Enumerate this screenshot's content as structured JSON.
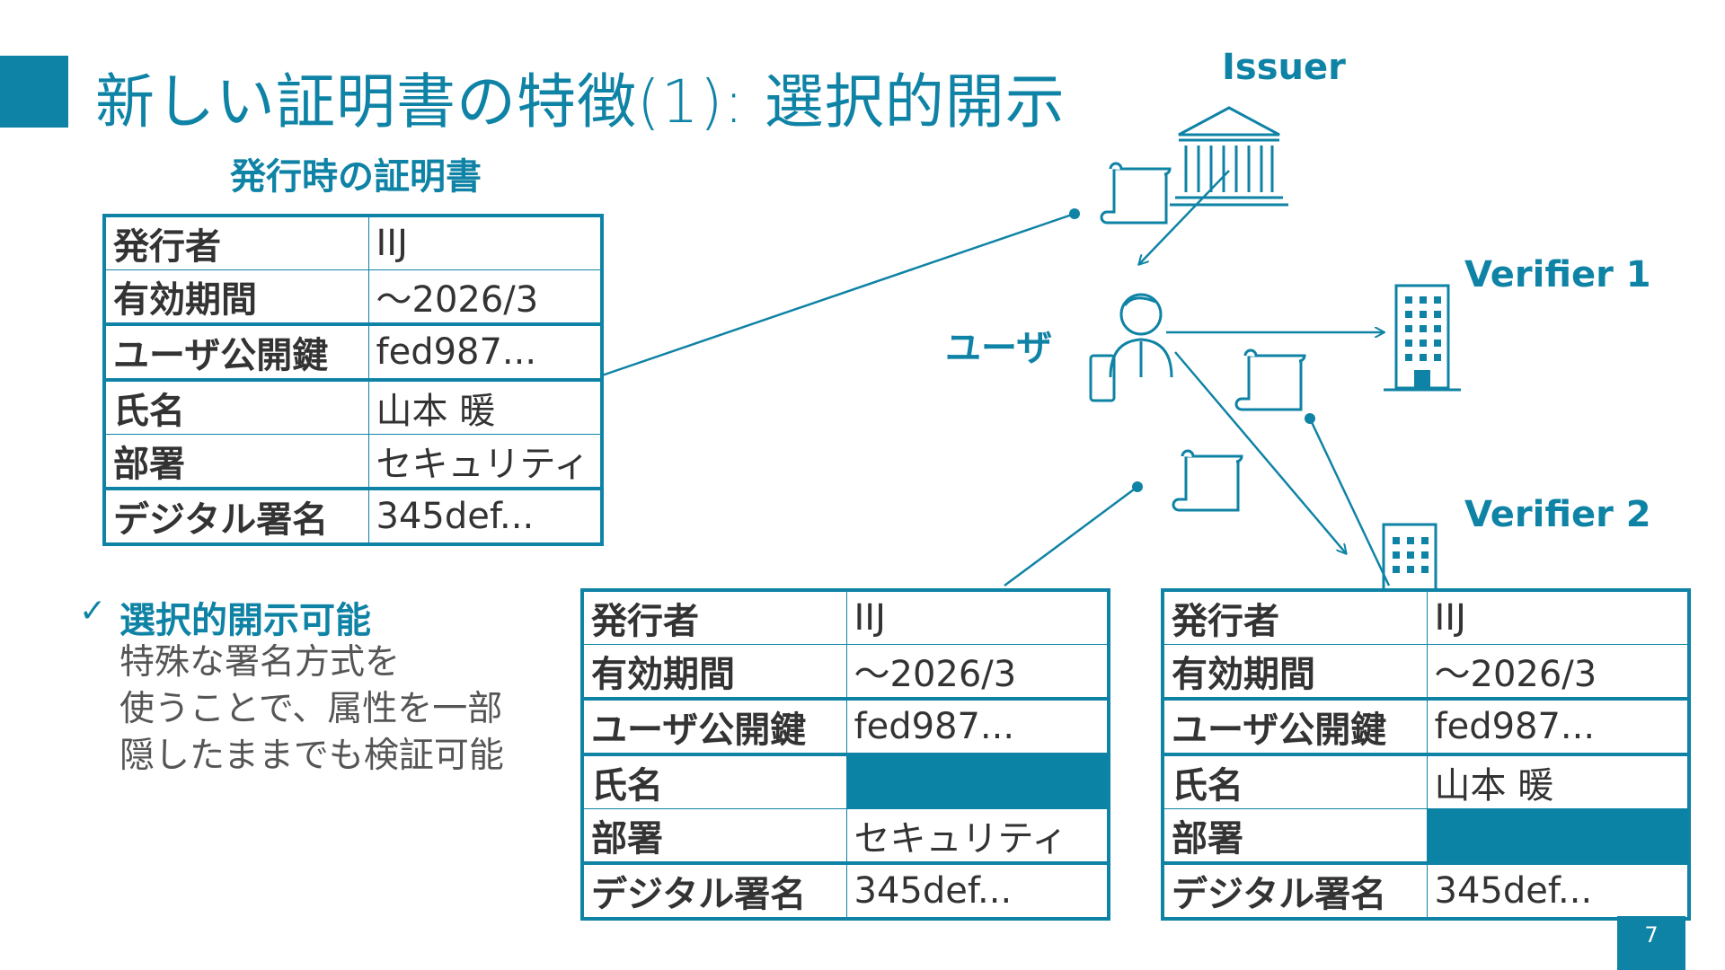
{
  "slide": {
    "title": "新しい証明書の特徴(1): 選択的開示",
    "page_number": "7",
    "accent_color": "#0f83a5"
  },
  "issued_cert": {
    "caption": "発行時の証明書",
    "rows": [
      {
        "key": "発行者",
        "value": "IIJ"
      },
      {
        "key": "有効期間",
        "value": "〜2026/3"
      },
      {
        "key": "ユーザ公開鍵",
        "value": "fed987..."
      },
      {
        "key": "氏名",
        "value": "山本 暖"
      },
      {
        "key": "部署",
        "value": "セキュリティ"
      },
      {
        "key": "デジタル署名",
        "value": "345def..."
      }
    ]
  },
  "feature": {
    "check_icon": "✓",
    "title": "選択的開示可能",
    "lines": [
      "特殊な署名方式を",
      "使うことで、属性を一部",
      "隠したままでも検証可能"
    ]
  },
  "actors": {
    "issuer": "Issuer",
    "user": "ユーザ",
    "verifier1": "Verifier 1",
    "verifier2": "Verifier 2"
  },
  "cert_to_verifier1": {
    "rows": [
      {
        "key": "発行者",
        "value": "IIJ"
      },
      {
        "key": "有効期間",
        "value": "〜2026/3"
      },
      {
        "key": "ユーザ公開鍵",
        "value": "fed987..."
      },
      {
        "key": "氏名",
        "value": "",
        "redacted": true
      },
      {
        "key": "部署",
        "value": "セキュリティ"
      },
      {
        "key": "デジタル署名",
        "value": "345def..."
      }
    ]
  },
  "cert_to_verifier2": {
    "rows": [
      {
        "key": "発行者",
        "value": "IIJ"
      },
      {
        "key": "有効期間",
        "value": "〜2026/3"
      },
      {
        "key": "ユーザ公開鍵",
        "value": "fed987..."
      },
      {
        "key": "氏名",
        "value": "山本 暖"
      },
      {
        "key": "部署",
        "value": "",
        "redacted": true
      },
      {
        "key": "デジタル署名",
        "value": "345def..."
      }
    ]
  },
  "icons": {
    "issuer": "bank-building-icon",
    "user": "person-with-phone-icon",
    "verifier1": "office-building-icon",
    "verifier2": "office-building-icon",
    "certificate": "scroll-certificate-icon",
    "check": "checkmark-icon"
  }
}
